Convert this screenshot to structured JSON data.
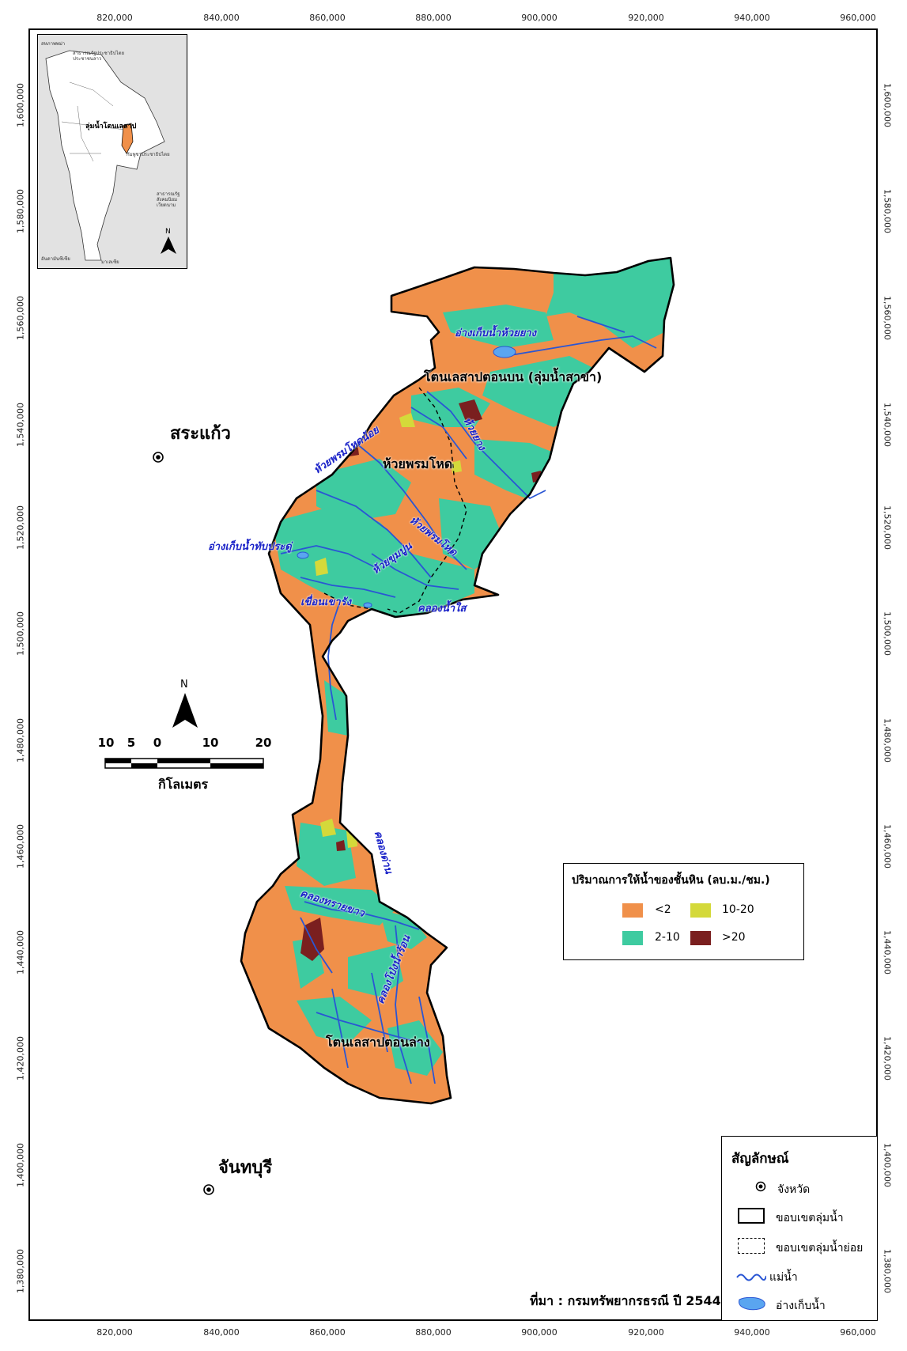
{
  "grid": {
    "x_ticks": [
      "820,000",
      "840,000",
      "860,000",
      "880,000",
      "900,000",
      "920,000",
      "940,000",
      "960,000"
    ],
    "y_ticks": [
      "1,600,000",
      "1,580,000",
      "1,560,000",
      "1,540,000",
      "1,520,000",
      "1,500,000",
      "1,480,000",
      "1,460,000",
      "1,440,000",
      "1,420,000",
      "1,400,000",
      "1,380,000"
    ]
  },
  "provinces": [
    {
      "name": "สระแก้ว"
    },
    {
      "name": "จันทบุรี"
    }
  ],
  "basins": {
    "upper": "โตนเลสาปตอนบน (ลุ่มน้ำสาขา)",
    "huai_phrom_hot": "ห้วยพรมโหด",
    "lower": "โตนเลสาปตอนล่าง"
  },
  "rivers": [
    "อ่างเก็บน้ำห้วยยาง",
    "ห้วยพรมโหดน้อย",
    "ห้วยยาง",
    "อ่างเก็บน้ำทับประดู่",
    "ห้วยพรมโหด",
    "ห้วยขุมปูน",
    "เขื่อนเขารัง",
    "คลองน้ำใส",
    "คลองด่าน",
    "คลองทรายขาว",
    "คลองโป่งน้ำร้อน"
  ],
  "inset": {
    "label": "ลุ่มน้ำโตนเลสาป",
    "neighbors": [
      "สหภาพพม่า",
      "สาธารณรัฐประชาธิปไตยประชาชนลาว",
      "กัมพูชาประชาธิปไตย",
      "สาธารณรัฐสังคมนิยมเวียดนาม",
      "มาเลเซีย",
      "อันดามันซีเซีย"
    ],
    "north": "N"
  },
  "scale": {
    "north": "N",
    "numbers": [
      "10",
      "5",
      "0",
      "10",
      "20"
    ],
    "unit": "กิโลเมตร"
  },
  "yield_legend": {
    "title": "ปริมาณการให้น้ำของชั้นหิน (ลบ.ม./ชม.)",
    "items": [
      {
        "label": "<2",
        "color": "#f0904a"
      },
      {
        "label": "10-20",
        "color": "#d4d93a"
      },
      {
        "label": "2-10",
        "color": "#3ecba0"
      },
      {
        "label": ">20",
        "color": "#7a1f1f"
      }
    ]
  },
  "symbol_legend": {
    "title": "สัญลักษณ์",
    "items": [
      "จังหวัด",
      "ขอบเขตลุ่มน้ำ",
      "ขอบเขตลุ่มน้ำย่อย",
      "แม่น้ำ",
      "อ่างเก็บน้ำ"
    ]
  },
  "colors": {
    "river": "#2a56d4",
    "reservoir": "#5aa5f0",
    "basin_border": "#000000"
  },
  "source": "ที่มา : กรมทรัพยากรธรณี ปี 2544"
}
